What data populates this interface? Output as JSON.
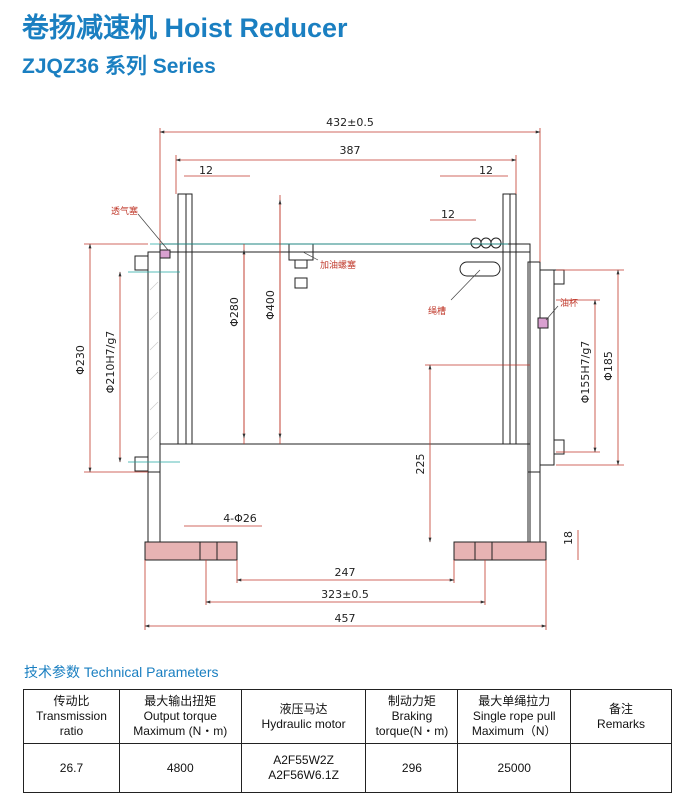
{
  "header": {
    "title": "卷扬减速机  Hoist Reducer",
    "subtitle": "ZJQZ36 系列  Series"
  },
  "drawing": {
    "dimensions": {
      "overall_width": "432±0.5",
      "inner_width": "387",
      "flange_left": "12",
      "flange_right": "12",
      "groove_pitch": "12",
      "d230": "Φ230",
      "d210": "Φ210H7/g7",
      "d280": "Φ280",
      "d400": "Φ400",
      "d155": "Φ155H7/g7",
      "d185": "Φ185",
      "center_height": "225",
      "holes": "4-Φ26",
      "base_thickness": "18",
      "hole_span": "247",
      "hole_span_outer": "323±0.5",
      "base_length": "457"
    },
    "callouts": {
      "vent_plug": "透气塞",
      "filler_plug": "加油螺塞",
      "rope_groove": "绳槽",
      "oil_cup": "油杯"
    }
  },
  "params": {
    "heading": "技术参数  Technical  Parameters",
    "headers": [
      {
        "key": "ratio",
        "text": "传动比\nTransmission\nratio"
      },
      {
        "key": "torque",
        "text": "最大输出扭矩\nOutput torque\nMaximum (N・m)"
      },
      {
        "key": "motor",
        "text": "液压马达\nHydraulic motor"
      },
      {
        "key": "braking",
        "text": "制动力矩\nBraking\ntorque(N・m)"
      },
      {
        "key": "pull",
        "text": "最大单绳拉力\nSingle rope pull\nMaximum（N）"
      },
      {
        "key": "remarks",
        "text": "备注\nRemarks"
      }
    ],
    "row": {
      "ratio": "26.7",
      "torque": "4800",
      "motor": "A2F55W2Z\nA2F56W6.1Z",
      "braking": "296",
      "pull": "25000",
      "remarks": ""
    }
  }
}
